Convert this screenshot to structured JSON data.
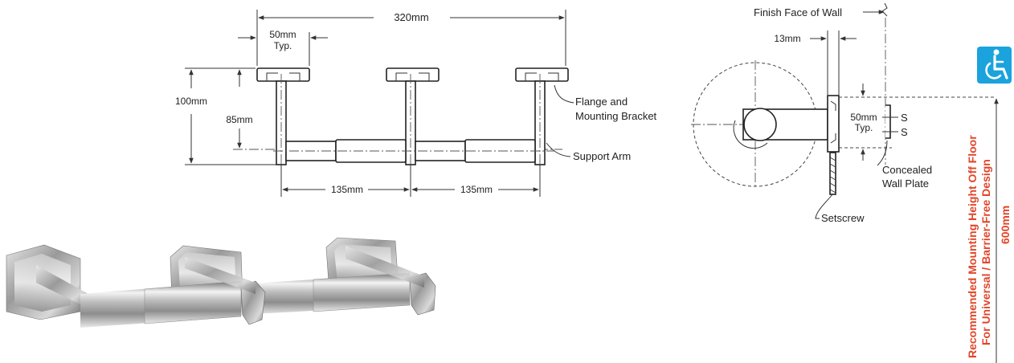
{
  "front_view": {
    "overall_width": "320mm",
    "flange_width": "50mm",
    "flange_width_note": "Typ.",
    "overall_height": "100mm",
    "arm_height": "85mm",
    "spacing_left": "135mm",
    "spacing_right": "135mm",
    "callout_flange_line1": "Flange and",
    "callout_flange_line2": "Mounting Bracket",
    "callout_support_arm": "Support Arm"
  },
  "side_view": {
    "finish_face_label": "Finish Face of Wall",
    "flange_depth": "13mm",
    "plate_spacing": "50mm",
    "plate_spacing_note": "Typ.",
    "s_label_top": "S",
    "s_label_bottom": "S",
    "concealed_line1": "Concealed",
    "concealed_line2": "Wall Plate",
    "setscrew_label": "Setscrew"
  },
  "mounting": {
    "line1": "Recommended Mounting Height Off Floor",
    "line2": "For Universal / Barrier-Free Design",
    "height": "600mm",
    "accent_color": "#e2452a",
    "icon_color": "#1aa3dc",
    "icon": "accessibility-icon"
  },
  "product_photo": {
    "icon": "double-roll-toilet-tissue-holder-photo"
  }
}
